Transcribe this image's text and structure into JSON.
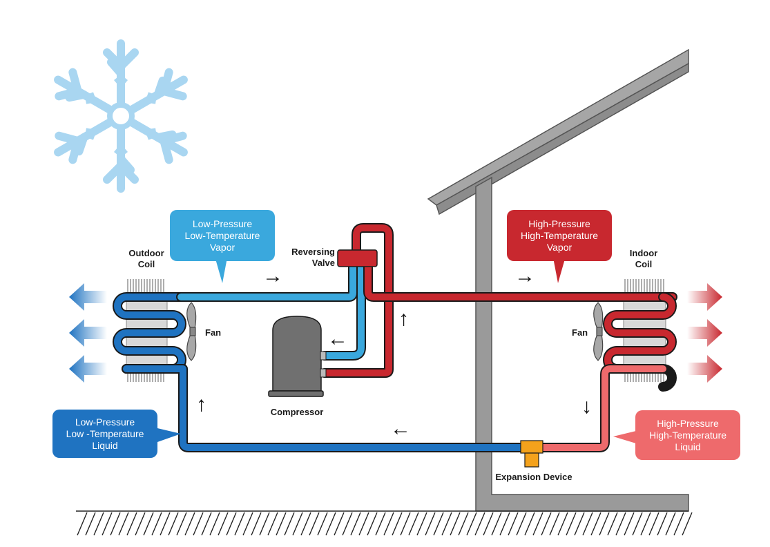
{
  "colors": {
    "cold": "#1f73c1",
    "cold_light": "#3aa8dd",
    "hot": "#c8282f",
    "hot_light": "#ee6a6c",
    "snowflake": "#a9d6f1",
    "house": "#9a9a9a",
    "compressor": "#707070",
    "expansion": "#f4a21c"
  },
  "icons": {
    "snowflake": "snowflake-icon",
    "outdoor_fan": "fan-icon",
    "indoor_fan": "fan-icon"
  },
  "labels": {
    "outdoor_coil": [
      "Outdoor",
      "Coil"
    ],
    "indoor_coil": [
      "Indoor",
      "Coil"
    ],
    "reversing_valve": [
      "Reversing",
      "Valve"
    ],
    "compressor": "Compressor",
    "outdoor_fan": "Fan",
    "indoor_fan": "Fan",
    "expansion_device": "Expansion Device"
  },
  "callouts": {
    "low_vapor": [
      "Low-Pressure",
      "Low-Temperature",
      "Vapor"
    ],
    "high_vapor": [
      "High-Pressure",
      "High-Temperature",
      "Vapor"
    ],
    "low_liquid": [
      "Low-Pressure",
      "Low -Temperature",
      "Liquid"
    ],
    "high_liquid": [
      "High-Pressure",
      "High-Temperature",
      "Liquid"
    ]
  },
  "flow_arrows": {
    "top_left": "→",
    "top_right": "→",
    "into_compressor": "←",
    "discharge_up": "↑",
    "left_up": "↑",
    "right_down": "↓",
    "bottom_left": "←"
  }
}
